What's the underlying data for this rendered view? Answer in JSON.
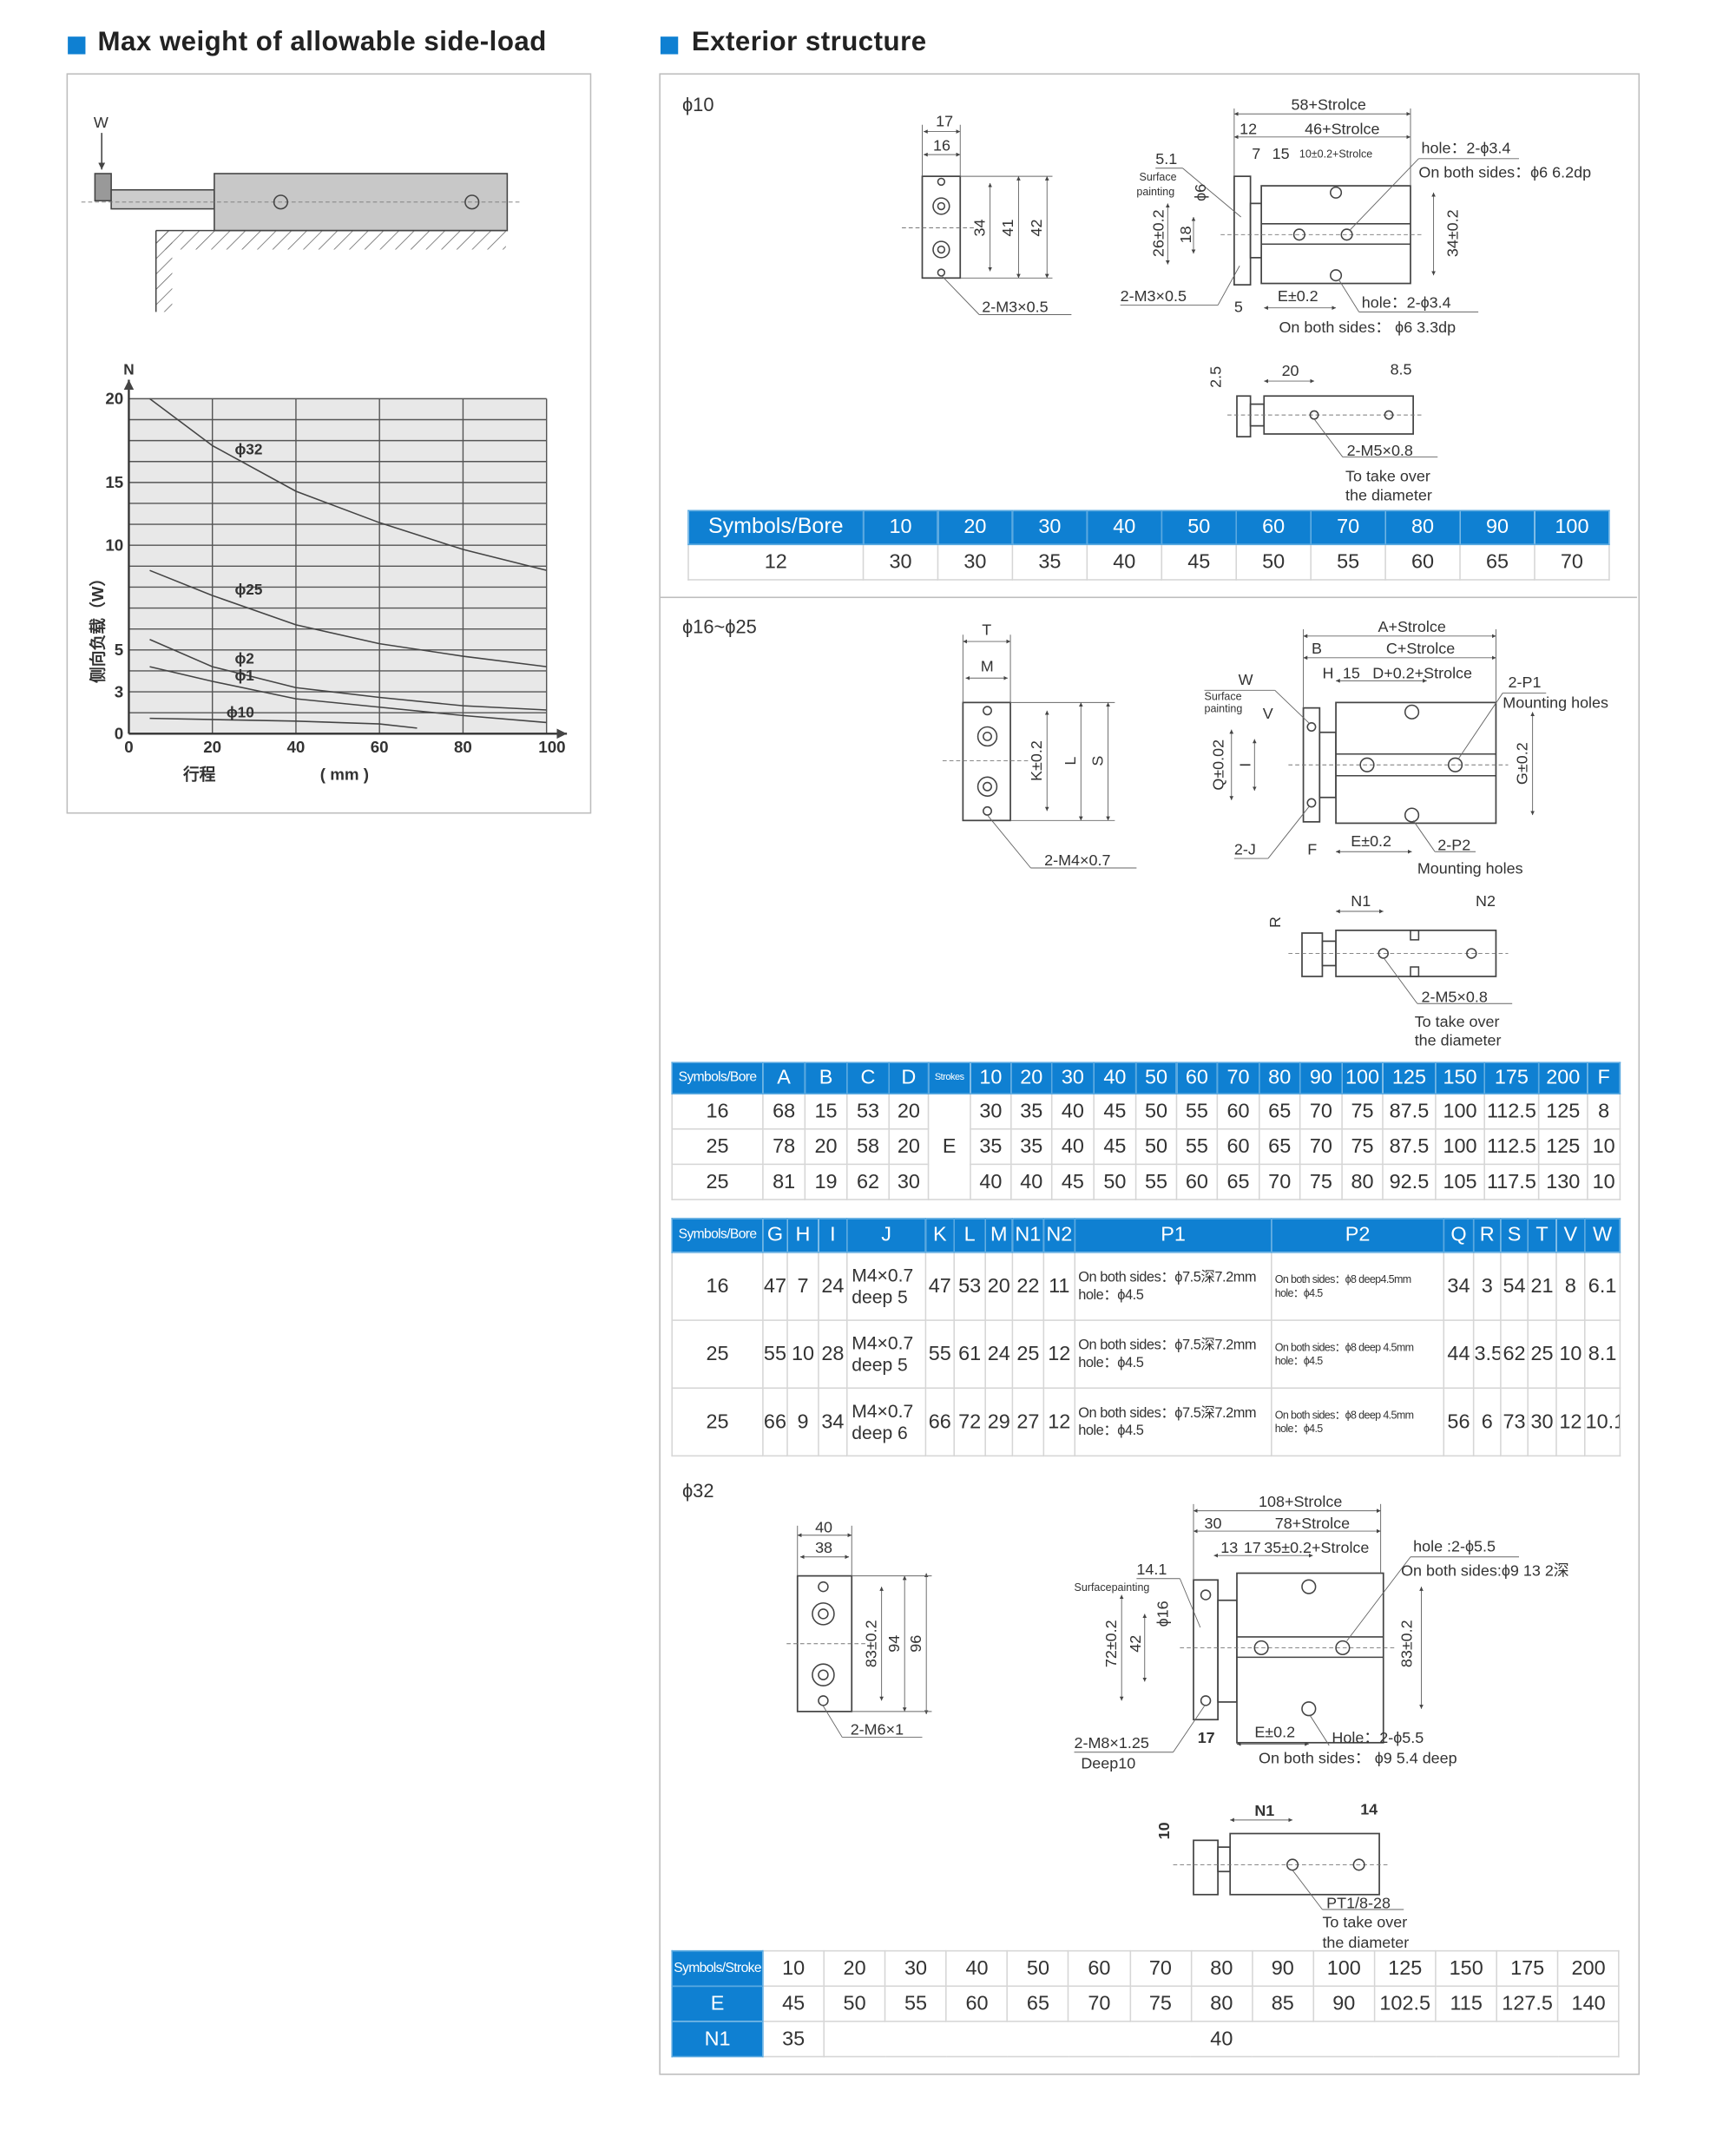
{
  "colors": {
    "accent": "#0f80d2",
    "grid_bg": "#e8e8e8"
  },
  "left": {
    "title": "Max weight of allowable side-load",
    "illustration": {
      "load_label": "W"
    }
  },
  "chart_data": {
    "type": "line",
    "title": "",
    "ylabel": "侧向负载（W）",
    "y_unit": "N",
    "xlabel": "行程",
    "x_unit": "( mm )",
    "x_ticks": [
      "0",
      "20",
      "40",
      "60",
      "80",
      "100"
    ],
    "y_ticks": [
      "20",
      "15",
      "10",
      "5",
      "3",
      "0"
    ],
    "xlim": [
      0,
      100
    ],
    "ylim": [
      0,
      20
    ],
    "grid": true,
    "series": [
      {
        "name": "ϕ32",
        "x": [
          5,
          20,
          40,
          60,
          80,
          100
        ],
        "y": [
          20,
          17.2,
          14.3,
          11.8,
          9.8,
          8.8
        ]
      },
      {
        "name": "ϕ25",
        "x": [
          5,
          20,
          40,
          60,
          80,
          100
        ],
        "y": [
          8.8,
          7.6,
          6.2,
          5.3,
          4.7,
          4.2
        ]
      },
      {
        "name": "ϕ2",
        "x": [
          5,
          20,
          40,
          60,
          80,
          100
        ],
        "y": [
          5.5,
          4.2,
          3.2,
          2.6,
          2.0,
          1.7
        ]
      },
      {
        "name": "ϕ1",
        "x": [
          5,
          20,
          40,
          60,
          80,
          100
        ],
        "y": [
          4.2,
          3.5,
          2.5,
          1.9,
          1.3,
          0.8
        ]
      },
      {
        "name": "ϕ10",
        "x": [
          5,
          40,
          60,
          69
        ],
        "y": [
          1.1,
          0.9,
          0.7,
          0.4
        ]
      }
    ]
  },
  "right": {
    "title": "Exterior structure"
  },
  "bore10": {
    "label": "ϕ10",
    "end": {
      "w1": "17",
      "w2": "16",
      "h1": "34",
      "h2": "41",
      "h3": "42",
      "thread": "2-M3×0.5"
    },
    "side": {
      "total": "58+Strolce",
      "d12": "12",
      "body": "46+Strolce",
      "d7": "7",
      "d15": "15",
      "stroke": "10±0.2+Strolce",
      "d51": "5.1",
      "surf1": "Surface",
      "surf2": "painting",
      "phi6": "ϕ6",
      "h26": "26±0.2",
      "h18": "18",
      "h34": "34±0.2",
      "hole_top": "hole：2-ϕ3.4",
      "hole_top2": "On both sides：ϕ6  6.2dp",
      "thread": "2-M3×0.5",
      "d5": "5",
      "e": "E±0.2",
      "hole_bot": "hole：2-ϕ3.4",
      "hole_bot2": "On both sides：  ϕ6  3.3dp"
    },
    "bottom": {
      "r": "2.5",
      "n1": "20",
      "n2": "8.5",
      "thread": "2-M5×0.8",
      "note1": "To take over",
      "note2": "the diameter"
    },
    "table": {
      "header": [
        "Symbols/Bore",
        "10",
        "20",
        "30",
        "40",
        "50",
        "60",
        "70",
        "80",
        "90",
        "100"
      ],
      "rows": [
        [
          "12",
          "30",
          "30",
          "35",
          "40",
          "45",
          "50",
          "55",
          "60",
          "65",
          "70"
        ]
      ]
    }
  },
  "bore16": {
    "label": "ϕ16~ϕ25",
    "end": {
      "t": "T",
      "m": "M",
      "k": "K±0.2",
      "l": "L",
      "s": "S",
      "thread": "2-M4×0.7"
    },
    "side": {
      "a": "A+Strolce",
      "b": "B",
      "c": "C+Strolce",
      "h": "H",
      "d15": "15",
      "d": "D+0.2+Strolce",
      "w": "W",
      "surf1": "Surface",
      "surf2": "painting",
      "v": "V",
      "q": "Q±0.02",
      "i": "I",
      "g": "G±0.2",
      "p1": "2-P1",
      "p1note": "Mounting holes",
      "j": "2-J",
      "f": "F",
      "e": "E±0.2",
      "p2": "2-P2",
      "p2note": "Mounting holes"
    },
    "bottom": {
      "r": "R",
      "n1": "N1",
      "n2": "N2",
      "thread": "2-M5×0.8",
      "note1": "To take over",
      "note2": "the diameter"
    },
    "table1": {
      "header": [
        "Symbols/Bore",
        "A",
        "B",
        "C",
        "D",
        "Strokes",
        "10",
        "20",
        "30",
        "40",
        "50",
        "60",
        "70",
        "80",
        "90",
        "100",
        "125",
        "150",
        "175",
        "200",
        "F"
      ],
      "stroke_symbol": "E",
      "rows": [
        [
          "16",
          "68",
          "15",
          "53",
          "20",
          "30",
          "35",
          "40",
          "45",
          "50",
          "55",
          "60",
          "65",
          "70",
          "75",
          "87.5",
          "100",
          "112.5",
          "125",
          "8"
        ],
        [
          "25",
          "78",
          "20",
          "58",
          "20",
          "35",
          "35",
          "40",
          "45",
          "50",
          "55",
          "60",
          "65",
          "70",
          "75",
          "87.5",
          "100",
          "112.5",
          "125",
          "10"
        ],
        [
          "25",
          "81",
          "19",
          "62",
          "30",
          "40",
          "40",
          "45",
          "50",
          "55",
          "60",
          "65",
          "70",
          "75",
          "80",
          "92.5",
          "105",
          "117.5",
          "130",
          "10"
        ]
      ]
    },
    "table2": {
      "header": [
        "Symbols/Bore",
        "G",
        "H",
        "I",
        "J",
        "K",
        "L",
        "M",
        "N1",
        "N2",
        "P1",
        "P2",
        "Q",
        "R",
        "S",
        "T",
        "V",
        "W"
      ],
      "rows": [
        [
          "16",
          "47",
          "7",
          "24",
          "M4×0.7\ndeep  5",
          "47",
          "53",
          "20",
          "22",
          "11",
          "On both sides：ϕ7.5深7.2mm\nhole：ϕ4.5",
          "On both sides：ϕ8 deep4.5mm\nhole：ϕ4.5",
          "34",
          "3",
          "54",
          "21",
          "8",
          "6.1"
        ],
        [
          "25",
          "55",
          "10",
          "28",
          "M4×0.7\ndeep  5",
          "55",
          "61",
          "24",
          "25",
          "12",
          "On both sides：ϕ7.5深7.2mm\nhole：ϕ4.5",
          "On both sides：ϕ8 deep 4.5mm\nhole：ϕ4.5",
          "44",
          "3.5",
          "62",
          "25",
          "10",
          "8.1"
        ],
        [
          "25",
          "66",
          "9",
          "34",
          "M4×0.7\ndeep 6",
          "66",
          "72",
          "29",
          "27",
          "12",
          "On both sides：ϕ7.5深7.2mm\nhole：ϕ4.5",
          "On both sides：ϕ8 deep 4.5mm\nhole：ϕ4.5",
          "56",
          "6",
          "73",
          "30",
          "12",
          "10.1"
        ]
      ]
    }
  },
  "bore32": {
    "label": "ϕ32",
    "end": {
      "w1": "40",
      "w2": "38",
      "h1": "83±0.2",
      "h2": "94",
      "h3": "96",
      "thread": "2-M6×1"
    },
    "side": {
      "total": "108+Strolce",
      "d30": "30",
      "body": "78+Strolce",
      "d13": "13",
      "d17": "17",
      "stroke": "35±0.2+Strolce",
      "d141": "14.1",
      "surf": "Surfacepainting",
      "phi16": "ϕ16",
      "h72": "72±0.2",
      "h42": "42",
      "h83": "83±0.2",
      "hole_top": "hole :2-ϕ5.5",
      "hole_top2": "On both sides:ϕ9  13 2深",
      "thread": "2-M8×1.25",
      "deep": "Deep10",
      "d17b": "17",
      "e": "E±0.2",
      "hole_bot": "Hole：2-ϕ5.5",
      "hole_bot2": "On both sides：  ϕ9  5.4 deep"
    },
    "bottom": {
      "r": "10",
      "n1": "N1",
      "n2": "14",
      "thread": "PT1/8-28",
      "note1": "To take over",
      "note2": "the diameter"
    },
    "table": {
      "header": [
        "Symbols/Stroke",
        "10",
        "20",
        "30",
        "40",
        "50",
        "60",
        "70",
        "80",
        "90",
        "100",
        "125",
        "150",
        "175",
        "200"
      ],
      "e_row": [
        "E",
        "45",
        "50",
        "55",
        "60",
        "65",
        "70",
        "75",
        "80",
        "85",
        "90",
        "102.5",
        "115",
        "127.5",
        "140"
      ],
      "n1_row": [
        "N1",
        "35",
        "40"
      ]
    }
  }
}
